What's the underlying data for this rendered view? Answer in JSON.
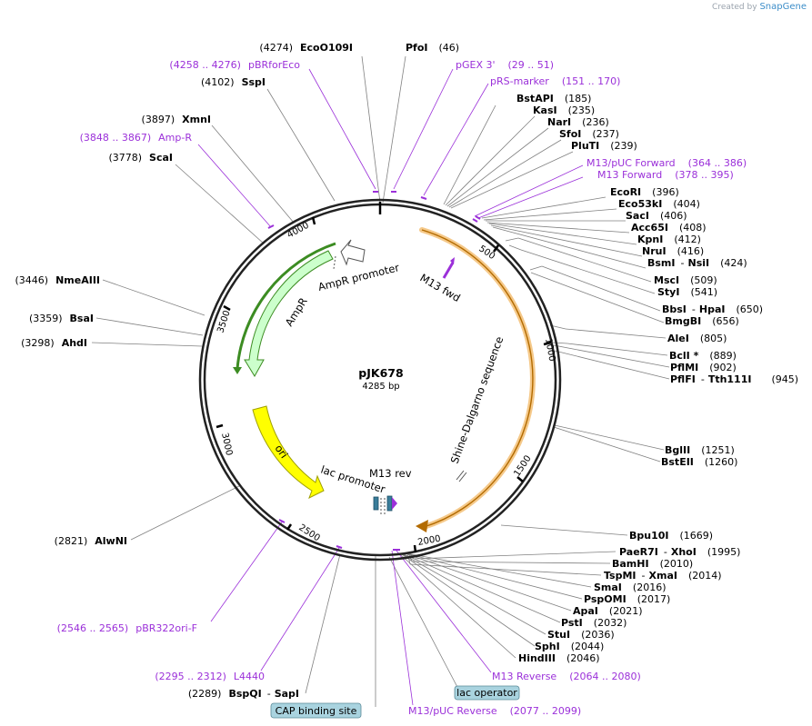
{
  "watermark": {
    "created_by": "Created by",
    "logo": "SnapGene"
  },
  "plasmid": {
    "name": "pJK678",
    "size": "4285 bp"
  },
  "ticks": [
    "500",
    "1000",
    "1500",
    "2000",
    "2500",
    "3000",
    "3500",
    "4000"
  ],
  "features": {
    "ampr_promoter": "AmpR promoter",
    "ampr": "AmpR",
    "ori": "ori",
    "lac_promoter": "lac promoter",
    "m13_rev": "M13 rev",
    "m13_fwd": "M13 fwd",
    "shine_dalgarno": "Shine-Dalgarno sequence"
  },
  "labels": {
    "l01": {
      "pos": "(4274)",
      "name": "EcoO109I"
    },
    "l02": {
      "name": "PfoI",
      "pos": "(46)"
    },
    "l03": {
      "range": "(4258 .. 4276)",
      "name": "pBRforEco"
    },
    "l04": {
      "name": "pGEX 3'",
      "range": "(29 .. 51)"
    },
    "l05": {
      "pos": "(4102)",
      "name": "SspI"
    },
    "l06": {
      "name": "pRS-marker",
      "range": "(151 .. 170)"
    },
    "l07": {
      "name": "BstAPI",
      "pos": "(185)"
    },
    "l08": {
      "name": "KasI",
      "pos": "(235)"
    },
    "l09": {
      "pos": "(3897)",
      "name": "XmnI"
    },
    "l10": {
      "name": "NarI",
      "pos": "(236)"
    },
    "l11": {
      "range": "(3848 .. 3867)",
      "name": "Amp-R"
    },
    "l12": {
      "name": "SfoI",
      "pos": "(237)"
    },
    "l13": {
      "name": "PluTI",
      "pos": "(239)"
    },
    "l14": {
      "pos": "(3778)",
      "name": "ScaI"
    },
    "l15": {
      "name": "M13/pUC Forward",
      "range": "(364 .. 386)"
    },
    "l16": {
      "name": "M13 Forward",
      "range": "(378 .. 395)"
    },
    "l17": {
      "name": "EcoRI",
      "pos": "(396)"
    },
    "l18": {
      "name": "Eco53kI",
      "pos": "(404)"
    },
    "l19": {
      "name": "SacI",
      "pos": "(406)"
    },
    "l20": {
      "name": "Acc65I",
      "pos": "(408)"
    },
    "l21": {
      "name": "KpnI",
      "pos": "(412)"
    },
    "l22": {
      "name": "NruI",
      "pos": "(416)"
    },
    "l23": {
      "name": "BsmI",
      "name2": "NsiI",
      "pos": "(424)"
    },
    "l24": {
      "pos": "(3446)",
      "name": "NmeAIII"
    },
    "l25": {
      "name": "MscI",
      "pos": "(509)"
    },
    "l26": {
      "name": "StyI",
      "pos": "(541)"
    },
    "l27": {
      "name": "BbsI",
      "name2": "HpaI",
      "pos": "(650)"
    },
    "l28": {
      "pos": "(3359)",
      "name": "BsaI"
    },
    "l29": {
      "name": "BmgBI",
      "pos": "(656)"
    },
    "l30": {
      "pos": "(3298)",
      "name": "AhdI"
    },
    "l31": {
      "name": "AleI",
      "pos": "(805)"
    },
    "l32": {
      "name": "BclI *",
      "pos": "(889)"
    },
    "l33": {
      "name": "PflMI",
      "pos": "(902)"
    },
    "l34": {
      "name": "PflFI",
      "name2": "Tth111I",
      "pos": "(945)"
    },
    "l35": {
      "name": "BglII",
      "pos": "(1251)"
    },
    "l36": {
      "name": "BstEII",
      "pos": "(1260)"
    },
    "l37": {
      "name": "Bpu10I",
      "pos": "(1669)"
    },
    "l38": {
      "pos": "(2821)",
      "name": "AlwNI"
    },
    "l39": {
      "name": "PaeR7I",
      "name2": "XhoI",
      "pos": "(1995)"
    },
    "l40": {
      "name": "BamHI",
      "pos": "(2010)"
    },
    "l41": {
      "name": "TspMI",
      "name2": "XmaI",
      "pos": "(2014)"
    },
    "l42": {
      "name": "SmaI",
      "pos": "(2016)"
    },
    "l43": {
      "name": "PspOMI",
      "pos": "(2017)"
    },
    "l44": {
      "name": "ApaI",
      "pos": "(2021)"
    },
    "l45": {
      "name": "PstI",
      "pos": "(2032)"
    },
    "l46": {
      "name": "StuI",
      "pos": "(2036)"
    },
    "l47": {
      "name": "SphI",
      "pos": "(2044)"
    },
    "l48": {
      "name": "HindIII",
      "pos": "(2046)"
    },
    "l49": {
      "range": "(2546 .. 2565)",
      "name": "pBR322ori-F"
    },
    "l50": {
      "name": "M13 Reverse",
      "range": "(2064 .. 2080)"
    },
    "l51": {
      "range": "(2295 .. 2312)",
      "name": "L4440"
    },
    "l52": {
      "name": "lac operator"
    },
    "l53": {
      "pos": "(2289)",
      "name": "BspQI",
      "name2": "SapI"
    },
    "l54": {
      "name": "M13/pUC Reverse",
      "range": "(2077 .. 2099)"
    },
    "l55": {
      "name": "CAP binding site"
    }
  },
  "colors": {
    "backbone": "#222222",
    "primer": "#9b30d9",
    "ampr_fill": "#ccffcc",
    "ampr_outline": "#3c8c22",
    "ori_fill": "#ffff00",
    "cds_orange": "#e8a33d",
    "lac_box": "#a9d3df"
  }
}
